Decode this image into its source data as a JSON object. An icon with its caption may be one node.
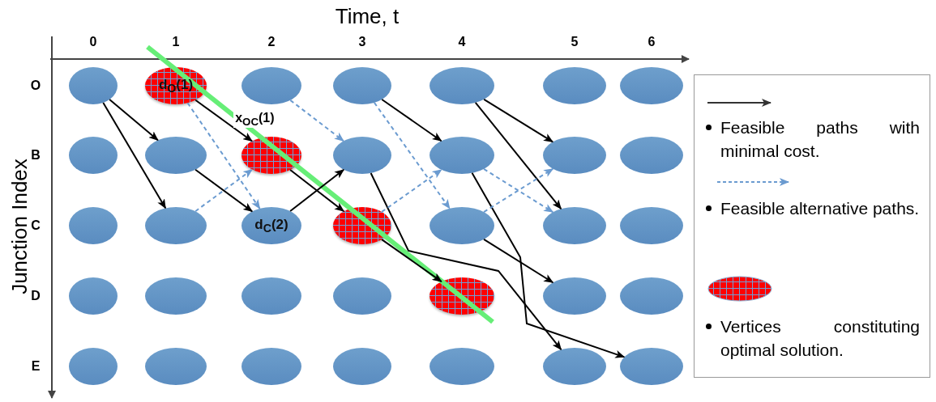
{
  "diagram": {
    "nodes": [
      {
        "text": [],
        "shape": "ellipse"
      },
      {
        "text": [
          "d$_{O}$(1)"
        ]
      },
      {
        "text": [],
        "shape": "ellipse"
      },
      {
        "text": [],
        "shape": "ellipse"
      },
      {
        "text": [],
        "shape": "ellipse"
      },
      {
        "text": [],
        "shape": "ellipse"
      },
      {
        "text": [],
        "shape": "ellipse"
      },
      {
        "text": [],
        "shape": "ellipse"
      },
      {
        "text": [],
        "shape": "ellipse"
      },
      {
        "text": [],
        "shape": "ellipse"
      },
      {
        "text": [],
        "shape": "ellipse"
      },
      {
        "text": [],
        "shape": "ellipse"
      },
      {
        "text": [],
        "shape": "ellipse"
      },
      {
        "text": [],
        "shape": "ellipse"
      },
      {
        "text": [],
        "shape": "ellipse"
      },
      {
        "text": [],
        "shape": "ellipse"
      },
      {
        "text": [
          "d$_{C}$(2)"
        ]
      },
      {
        "text": [],
        "shape": "ellipse"
      },
      {
        "text": [],
        "shape": "ellipse"
      },
      {
        "text": [],
        "shape": "ellipse"
      },
      {
        "text": [],
        "shape": "ellipse"
      },
      {
        "text": [],
        "shape": "ellipse"
      },
      {
        "text": [],
        "shape": "ellipse"
      },
      {
        "text": [],
        "shape": "ellipse"
      },
      {
        "text": [],
        "shape": "ellipse"
      },
      {
        "text": [],
        "shape": "ellipse"
      },
      {
        "text": [],
        "shape": "ellipse"
      },
      {
        "text": [],
        "shape": "ellipse"
      },
      {
        "text": [],
        "shape": "ellipse"
      },
      {
        "text": [],
        "shape": "ellipse"
      },
      {
        "text": [],
        "shape": "ellipse"
      },
      {
        "text": [],
        "shape": "ellipse"
      },
      {
        "text": [],
        "shape": "ellipse"
      },
      {
        "text": [],
        "shape": "ellipse"
      },
      {
        "text": [],
        "shape": "ellipse"
      }
    ],
    "edges": [
      {
        "from": 0,
        "to": 8,
        "arrow": "to"
      },
      {
        "from": 0,
        "to": 15,
        "arrow": "to"
      },
      {
        "from": 1,
        "to": 9,
        "arrow": "to",
        "label": "x$_{OC}$(1)"
      },
      {
        "from": 1,
        "to": 16,
        "arrow": "to",
        "style": "dashed",
        "color": "#6b9bd0"
      },
      {
        "from": 2,
        "to": 10,
        "arrow": "to",
        "style": "dashed",
        "color": "#6b9bd0"
      },
      {
        "from": 3,
        "to": 11,
        "arrow": "to"
      },
      {
        "from": 3,
        "to": 18,
        "arrow": "to",
        "style": "dashed",
        "color": "#6b9bd0"
      },
      {
        "from": 4,
        "to": 12,
        "arrow": "to"
      },
      {
        "from": 4,
        "to": 19,
        "arrow": "to"
      },
      {
        "from": 8,
        "to": 16,
        "arrow": "to"
      },
      {
        "from": 9,
        "to": 17,
        "arrow": "to"
      },
      {
        "from": 10,
        "to": 33,
        "arrow": "to"
      },
      {
        "from": 11,
        "to": 19,
        "arrow": "to",
        "style": "dashed",
        "color": "#6b9bd0"
      },
      {
        "from": 11,
        "to": 34,
        "arrow": "to"
      },
      {
        "from": 15,
        "to": 9,
        "arrow": "to",
        "style": "dashed",
        "color": "#6b9bd0"
      },
      {
        "from": 16,
        "to": 10,
        "arrow": "to"
      },
      {
        "from": 17,
        "to": 25,
        "arrow": "to"
      },
      {
        "from": 17,
        "to": 11,
        "arrow": "to",
        "style": "dashed",
        "color": "#6b9bd0"
      },
      {
        "from": 18,
        "to": 26,
        "arrow": "to"
      },
      {
        "from": 18,
        "to": 12,
        "arrow": "to",
        "style": "dashed",
        "color": "#6b9bd0"
      }
    ],
    "labels": [
      "Time, t",
      "0",
      "1",
      "2",
      "3",
      "4",
      "5",
      "6",
      "Junction Index",
      "O",
      "B",
      "C",
      "D",
      "E"
    ],
    "legend": [
      {
        "text": "Feasible paths with minimal cost."
      },
      {
        "text": "Feasible alternative paths."
      },
      {
        "text": "Vertices constituting optimal solution."
      }
    ]
  }
}
